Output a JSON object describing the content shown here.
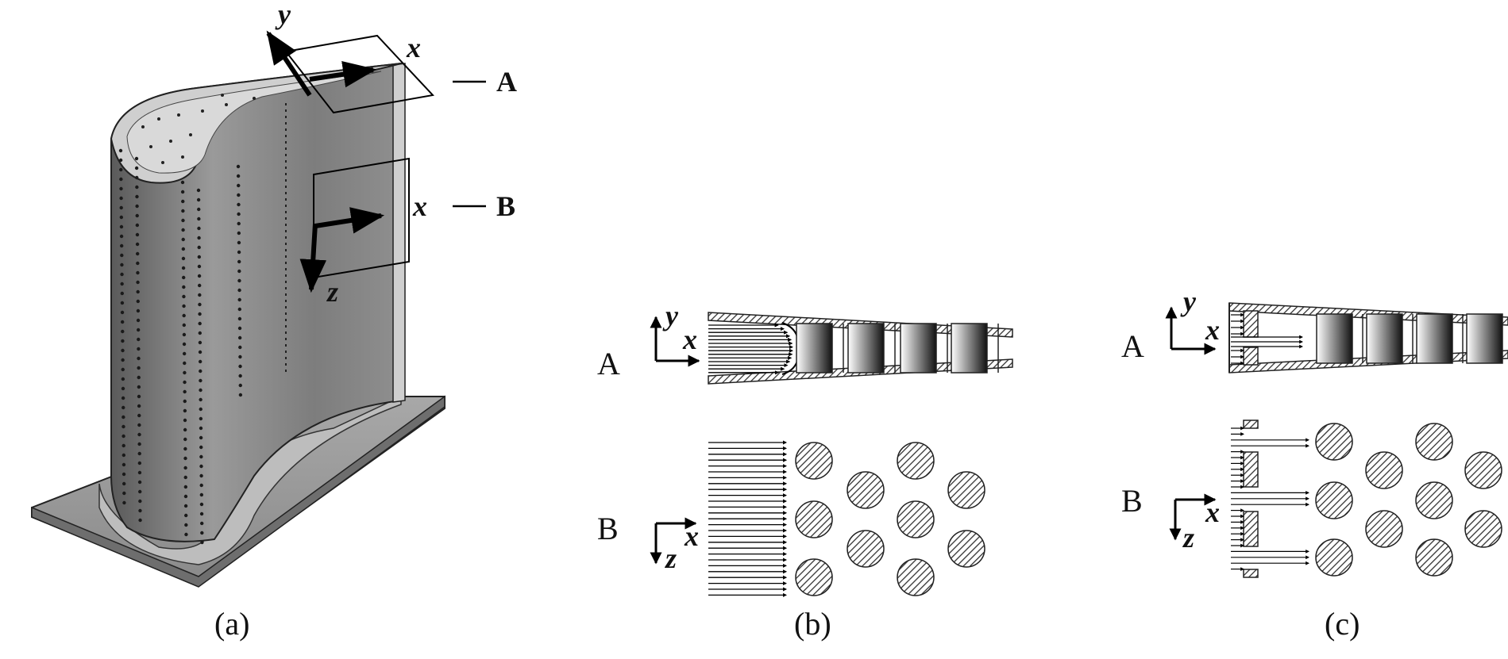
{
  "panel_a": {
    "section_A_label": "A",
    "section_B_label": "B",
    "axis_y": "y",
    "axis_x_top": "x",
    "axis_x_mid": "x",
    "axis_z": "z",
    "caption": "(a)"
  },
  "panel_b": {
    "row_A_label": "A",
    "row_B_label": "B",
    "axis_y": "y",
    "axis_x_A": "x",
    "axis_x_B": "x",
    "axis_z": "z",
    "caption": "(b)"
  },
  "panel_c": {
    "row_A_label": "A",
    "row_B_label": "B",
    "axis_y": "y",
    "axis_x_A": "x",
    "axis_x_B": "x",
    "axis_z": "z",
    "caption": "(c)"
  }
}
